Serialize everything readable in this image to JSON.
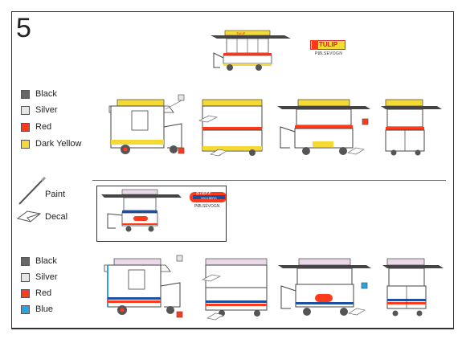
{
  "step_number": "5",
  "legend_top": [
    {
      "label": "Black",
      "color": "#666666"
    },
    {
      "label": "Silver",
      "color": "#e6e6e6"
    },
    {
      "label": "Red",
      "color": "#ff3a1a"
    },
    {
      "label": "Dark Yellow",
      "color": "#f5d935"
    }
  ],
  "legend_bottom": [
    {
      "label": "Black",
      "color": "#666666"
    },
    {
      "label": "Silver",
      "color": "#e6e6e6"
    },
    {
      "label": "Red",
      "color": "#ff3a1a"
    },
    {
      "label": "Blue",
      "color": "#2aa3df"
    }
  ],
  "tools": {
    "paint_label": "Paint",
    "decal_label": "Decal"
  },
  "tulip_logo": {
    "brand": "TULIP",
    "subtitle": "PØLSEVOGN"
  },
  "steff_logo": {
    "brand": "STEFF",
    "sub_brand": "HOULBERG",
    "subtitle": "PØLSEVOGN"
  },
  "cart_labels": {
    "tulip_panel": "TULIP"
  },
  "colors": {
    "yellow": "#f5d935",
    "red": "#ff3a1a",
    "blue": "#2aa3df",
    "dark": "#333333",
    "silver": "#e6e6e6"
  }
}
